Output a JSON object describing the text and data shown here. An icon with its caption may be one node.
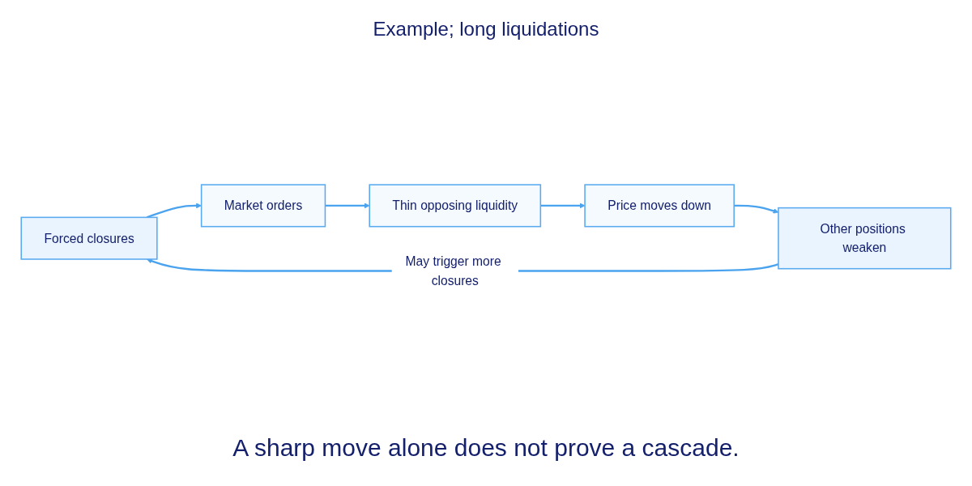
{
  "diagram": {
    "title": "Example; long liquidations",
    "caption": "A sharp move alone does not prove a cascade.",
    "nodes": [
      {
        "text": [
          "Forced closures"
        ]
      },
      {
        "text": [
          "Market orders"
        ]
      },
      {
        "text": [
          "Thin opposing liquidity"
        ]
      },
      {
        "text": [
          "Price moves down"
        ]
      },
      {
        "text": [
          "Other positions weaken"
        ]
      }
    ],
    "edges": [
      {
        "from": 0,
        "to": 1,
        "arrow": "to"
      },
      {
        "from": 1,
        "to": 2,
        "arrow": "to"
      },
      {
        "from": 2,
        "to": 3,
        "arrow": "to"
      },
      {
        "from": 3,
        "to": 4,
        "arrow": "to"
      },
      {
        "from": 4,
        "to": 0,
        "arrow": "to",
        "label": "May trigger more closures"
      }
    ]
  }
}
